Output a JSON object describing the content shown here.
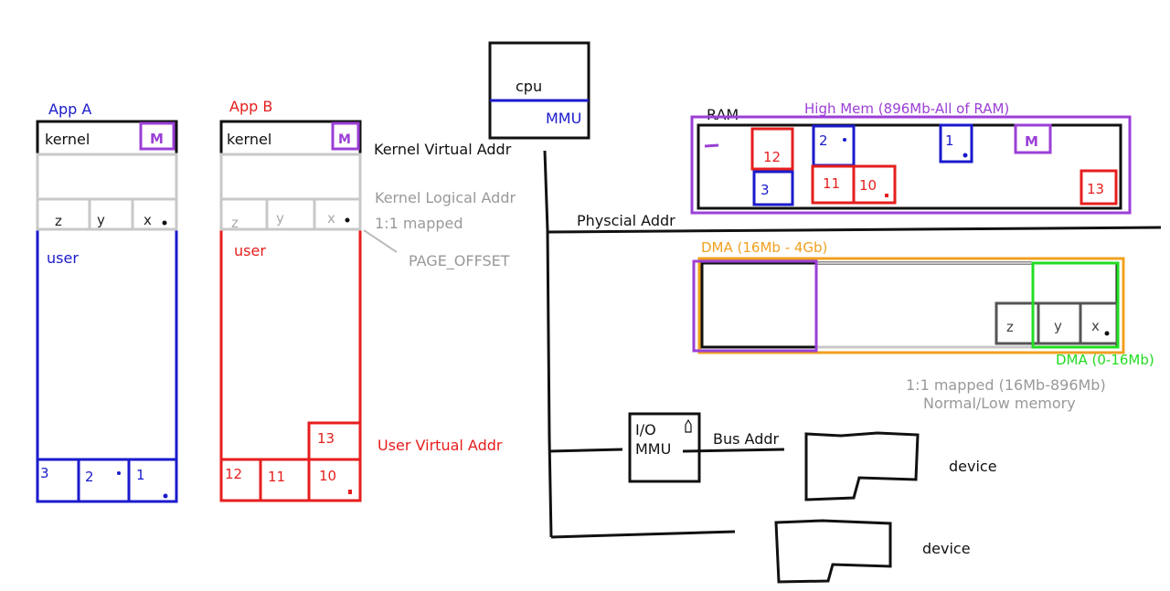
{
  "app_a": {
    "title": "App A",
    "kernel": "kernel",
    "kernel_mark": "M",
    "shared": [
      "z",
      "y",
      "x"
    ],
    "user": "user",
    "pages": [
      "3",
      "2",
      "1"
    ]
  },
  "app_b": {
    "title": "App B",
    "kernel": "kernel",
    "kernel_mark": "M",
    "shared": [
      "z",
      "y",
      "x"
    ],
    "user": "user",
    "top_page": "13",
    "pages": [
      "12",
      "11",
      "10"
    ]
  },
  "labels": {
    "kernel_virtual": "Kernel Virtual Addr",
    "kernel_logical": "Kernel Logical Addr",
    "mapped_1to1": "1:1 mapped",
    "page_offset": "PAGE_OFFSET",
    "user_virtual": "User Virtual Addr"
  },
  "cpu": {
    "label": "cpu",
    "mmu": "MMU"
  },
  "physical_addr": "Physcial Addr",
  "ram": {
    "label": "RAM",
    "high_mem": "High Mem (896Mb-All of RAM)",
    "cells": [
      "12",
      "2",
      "1",
      "3",
      "11",
      "10",
      "13"
    ],
    "mark": "M"
  },
  "dma": {
    "label": "DMA (16Mb - 4Gb)",
    "dma_low": "DMA (0-16Mb)",
    "cells": [
      "z",
      "y",
      "x"
    ],
    "normal_1": "1:1 mapped (16Mb-896Mb)",
    "normal_2": "Normal/Low memory"
  },
  "iommu": {
    "line1": "I/O",
    "line2": "MMU"
  },
  "bus_addr": "Bus Addr",
  "devices": [
    "device",
    "device"
  ],
  "colors": {
    "blue": "#1a1acc",
    "red": "#e61e1e",
    "purple": "#9b3fd6",
    "gray": "#b4b4b4",
    "orange": "#f0a020",
    "green": "#22dd22",
    "black": "#111111"
  }
}
